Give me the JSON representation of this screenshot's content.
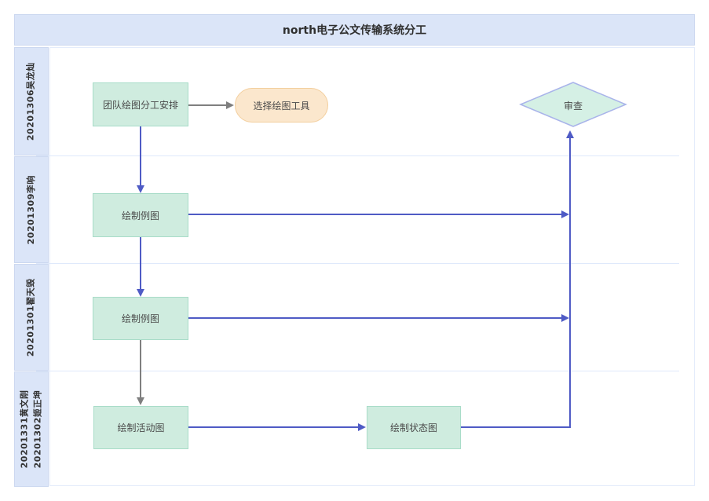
{
  "title": "north电子公文传输系统分工",
  "lanes": [
    {
      "label": "20201306吴龙灿"
    },
    {
      "label": "20201309李响"
    },
    {
      "label": "20201301翟天毁"
    },
    {
      "lines": [
        "20201331黄文刚",
        "20201302姬正坤"
      ]
    }
  ],
  "nodes": {
    "team_assignment": "团队绘图分工安排",
    "choose_tool": "选择绘图工具",
    "review": "审查",
    "draw_example_1": "绘制例图",
    "draw_example_2": "绘制例图",
    "draw_activity": "绘制活动图",
    "draw_state": "绘制状态图"
  },
  "colors": {
    "lane_fill": "#dbe5f8",
    "box_fill": "#cfecdf",
    "box_border": "#a8dcc8",
    "pill_fill": "#fbe7cd",
    "pill_border": "#f3cf9e",
    "diamond_fill": "#d5f0e5",
    "diamond_border": "#a9b4ea",
    "arrow_blue": "#4f5bc5",
    "arrow_gray": "#7f7f7f",
    "separator": "#dfe9fb",
    "frame_border": "#ccd8f0",
    "text": "#3a3a3a"
  }
}
